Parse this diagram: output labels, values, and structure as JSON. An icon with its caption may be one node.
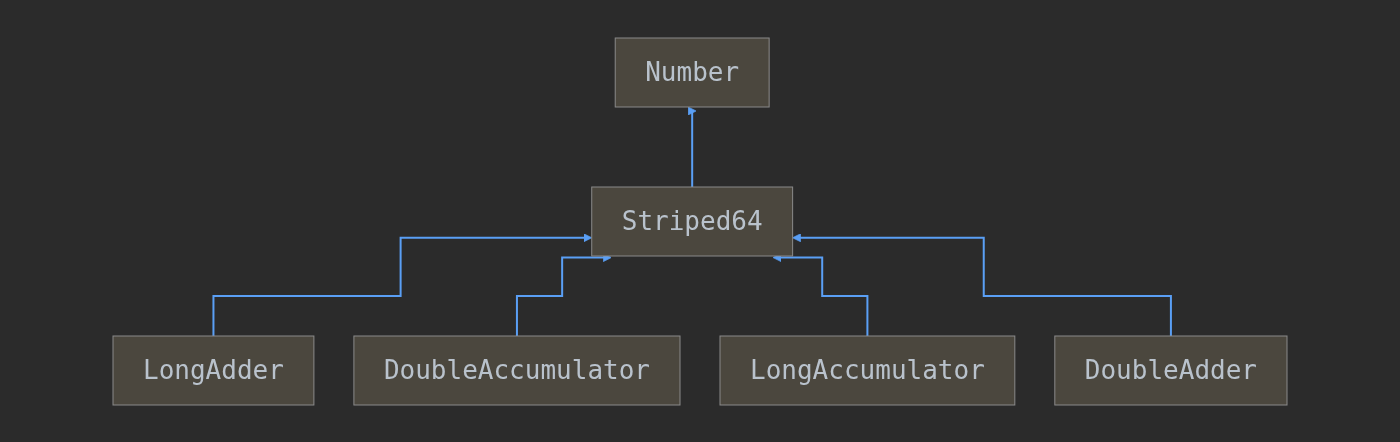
{
  "diagram": {
    "nodes": [
      {
        "text": [
          "Number"
        ]
      },
      {
        "text": [
          "Striped64"
        ]
      },
      {
        "text": [
          "LongAdder"
        ]
      },
      {
        "text": [
          "DoubleAccumulator"
        ]
      },
      {
        "text": [
          "LongAccumulator"
        ]
      },
      {
        "text": [
          "DoubleAdder"
        ]
      }
    ],
    "edges": [
      {
        "from": 1,
        "to": 0,
        "arrow": "to"
      },
      {
        "from": 2,
        "to": 1,
        "arrow": "to"
      },
      {
        "from": 3,
        "to": 1,
        "arrow": "to"
      },
      {
        "from": 4,
        "to": 1,
        "arrow": "to"
      },
      {
        "from": 5,
        "to": 1,
        "arrow": "to"
      }
    ]
  }
}
